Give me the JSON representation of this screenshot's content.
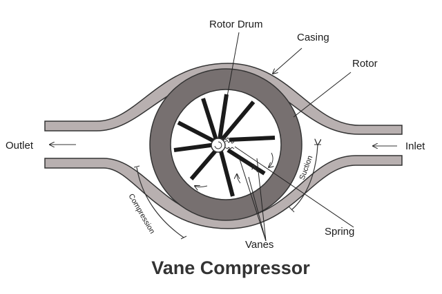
{
  "title": "Vane Compressor",
  "labels": {
    "rotor_drum": "Rotor Drum",
    "casing": "Casing",
    "rotor": "Rotor",
    "outlet": "Outlet",
    "inlet": "Inlet",
    "suction": "Suction",
    "compression": "Compression",
    "spring": "Spring",
    "vanes": "Vanes"
  },
  "colors": {
    "casing": "#b8b0b0",
    "rotor": "#777070",
    "vane": "#1a1a1a",
    "outline": "#333333"
  }
}
